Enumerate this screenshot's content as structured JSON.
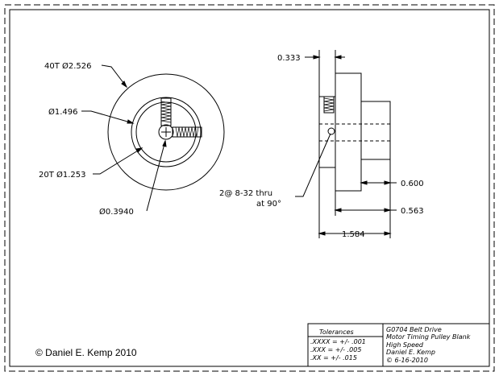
{
  "front_view": {
    "outer_label": "40T Ø2.526",
    "hub_label": "Ø1.496",
    "inner_label": "20T Ø1.253",
    "bore_label": "Ø0.3940"
  },
  "side_view": {
    "top_dim": "0.333",
    "screw_label_1": "2@ 8-32 thru",
    "screw_label_2": "at 90°",
    "dim_600": "0.600",
    "dim_563": "0.563",
    "dim_1584": "1.584"
  },
  "title_block": {
    "tolerances_title": "Tolerances",
    "tol_rows": [
      ".XXXX = +/- .001",
      ".XXX = +/- .005",
      ".XX = +/- .015"
    ],
    "lines": [
      "G0704 Belt Drive",
      "Motor Timing Pulley Blank",
      "High Speed",
      "Daniel E. Kemp",
      "© 6-16-2010"
    ]
  },
  "copyright": "© Daniel E. Kemp 2010"
}
